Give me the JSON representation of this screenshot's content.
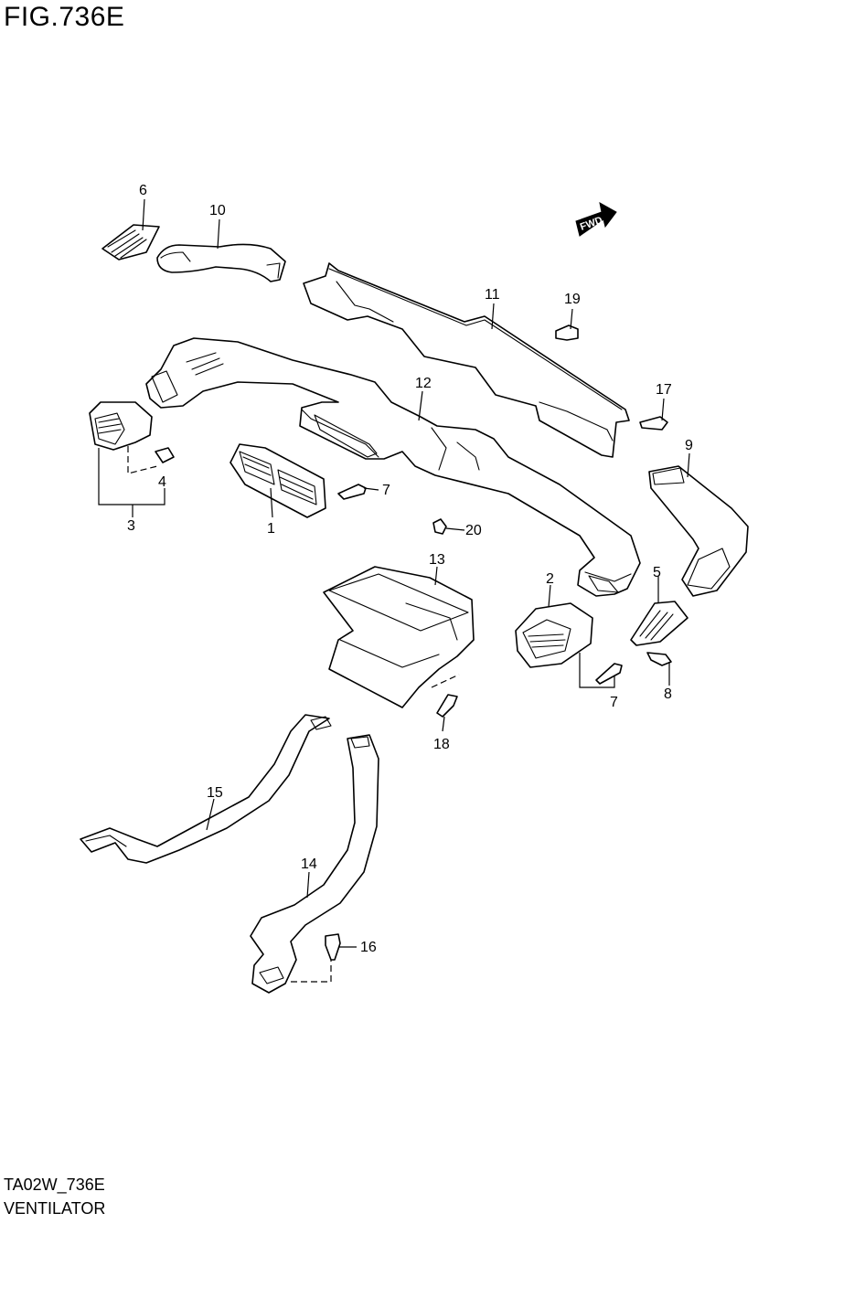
{
  "figure": {
    "title": "FIG.736E",
    "code": "TA02W_736E",
    "name": "VENTILATOR",
    "direction_marker": "FWD"
  },
  "parts": [
    {
      "no": "1"
    },
    {
      "no": "2"
    },
    {
      "no": "3"
    },
    {
      "no": "4"
    },
    {
      "no": "5"
    },
    {
      "no": "6"
    },
    {
      "no": "7"
    },
    {
      "no": "7"
    },
    {
      "no": "8"
    },
    {
      "no": "9"
    },
    {
      "no": "10"
    },
    {
      "no": "11"
    },
    {
      "no": "12"
    },
    {
      "no": "13"
    },
    {
      "no": "14"
    },
    {
      "no": "15"
    },
    {
      "no": "16"
    },
    {
      "no": "17"
    },
    {
      "no": "18"
    },
    {
      "no": "19"
    },
    {
      "no": "20"
    }
  ]
}
